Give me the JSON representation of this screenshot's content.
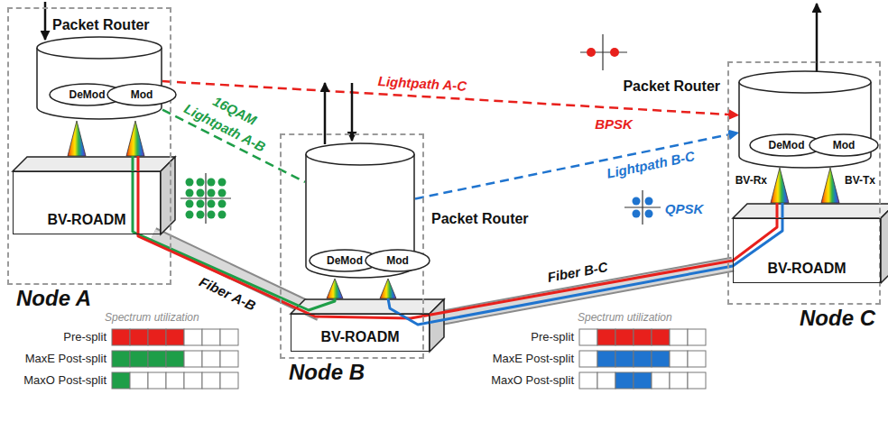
{
  "diagram": {
    "nodes": [
      {
        "text": [
          "Node A"
        ]
      },
      {
        "text": [
          "Packet Router"
        ],
        "in": 0
      },
      {
        "text": [
          "DeMod"
        ],
        "in": 1
      },
      {
        "text": [
          "Mod"
        ],
        "in": 1
      },
      {
        "text": [
          "BV-ROADM"
        ],
        "in": 0
      },
      {
        "text": [
          "Node B"
        ]
      },
      {
        "text": [
          "Packet Router"
        ],
        "in": 5
      },
      {
        "text": [
          "DeMod"
        ],
        "in": 6
      },
      {
        "text": [
          "Mod"
        ],
        "in": 6
      },
      {
        "text": [
          "BV-ROADM"
        ],
        "in": 5
      },
      {
        "text": [
          "Node C"
        ]
      },
      {
        "text": [
          "Packet Router"
        ],
        "in": 10
      },
      {
        "text": [
          "DeMod"
        ],
        "in": 11
      },
      {
        "text": [
          "Mod"
        ],
        "in": 11
      },
      {
        "text": [
          "BV-ROADM"
        ],
        "in": 10
      }
    ],
    "edges": [
      {
        "from": 1,
        "to": 11,
        "label": "Lightpath A-C",
        "arrow": "to"
      },
      {
        "from": 1,
        "to": 6,
        "label": "Lightpath A-B",
        "arrow": "none"
      },
      {
        "from": 6,
        "to": 11,
        "label": "Lightpath B-C",
        "arrow": "to"
      },
      {
        "from": 4,
        "to": 9,
        "label": "Fiber A-B",
        "arrow": "none"
      },
      {
        "from": 9,
        "to": 14,
        "label": "Fiber B-C",
        "arrow": "none"
      }
    ],
    "labels": [
      "16QAM",
      "BPSK",
      "QPSK",
      "BV-Rx",
      "BV-Tx",
      "Spectrum utilization",
      "Pre-split",
      "MaxE Post-split",
      "MaxO Post-split",
      "Spectrum utilization",
      "Pre-split",
      "MaxE Post-split",
      "MaxO Post-split"
    ]
  }
}
